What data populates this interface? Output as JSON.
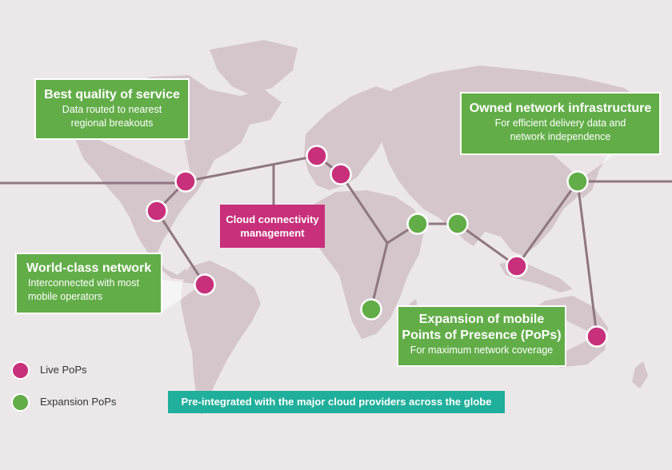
{
  "callouts": {
    "quality": {
      "title": "Best quality of service",
      "line1": "Data routed to nearest",
      "line2": "regional breakouts"
    },
    "owned": {
      "title": "Owned network infrastructure",
      "line1": "For efficient delivery data and",
      "line2": "network independence"
    },
    "world": {
      "title": "World-class network",
      "line1": "Interconnected with most",
      "line2": "mobile operators"
    },
    "mobile": {
      "title1": "Expansion of mobile",
      "title2": "Points of Presence (PoPs)",
      "line1": "For maximum network coverage"
    },
    "cloud": {
      "line1": "Cloud connectivity",
      "line2": "management"
    }
  },
  "legend": {
    "live": "Live PoPs",
    "expansion": "Expansion PoPs"
  },
  "banner": "Pre-integrated with the major cloud providers across the globe",
  "colors": {
    "live": "#c8307b",
    "expansion": "#62ad48",
    "banner": "#1faf9b",
    "line": "#8f7780",
    "land": "#d2c4c9"
  }
}
